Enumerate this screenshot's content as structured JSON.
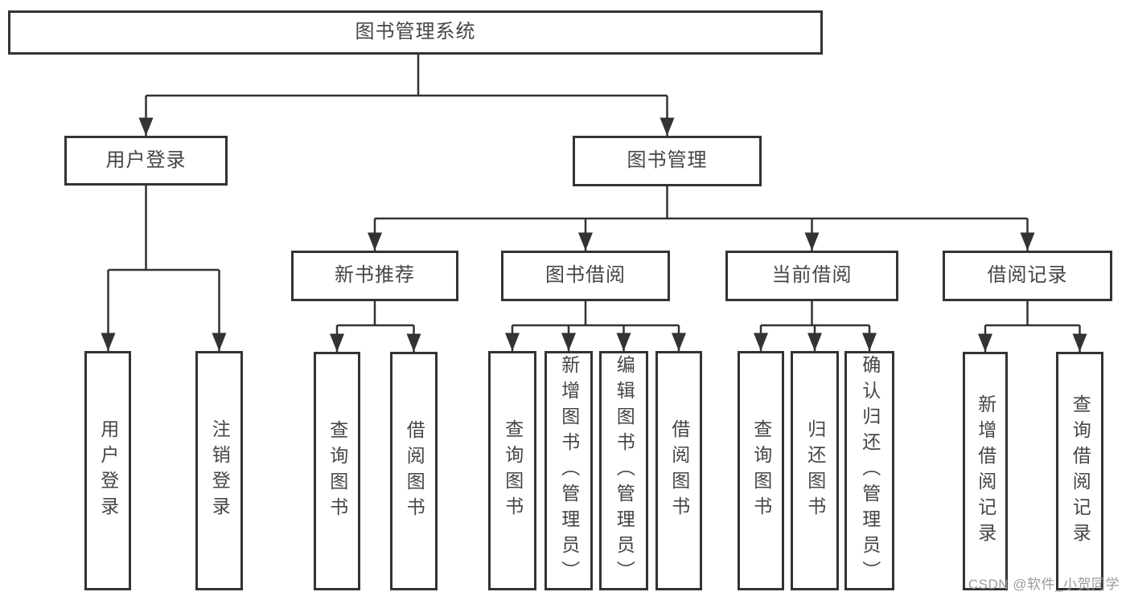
{
  "colors": {
    "line": "#333333",
    "box_border": "#333333",
    "box_fill": "#ffffff",
    "text": "#454545",
    "watermark": "#9b9b9b",
    "background": "#ffffff"
  },
  "tree": {
    "label": "图书管理系统",
    "children": [
      {
        "label": "用户登录",
        "children": [
          {
            "label": "用户登录"
          },
          {
            "label": "注销登录"
          }
        ]
      },
      {
        "label": "图书管理",
        "children": [
          {
            "label": "新书推荐",
            "children": [
              {
                "label": "查询图书"
              },
              {
                "label": "借阅图书"
              }
            ]
          },
          {
            "label": "图书借阅",
            "children": [
              {
                "label": "查询图书"
              },
              {
                "label": "新增图书（管理员）"
              },
              {
                "label": "编辑图书（管理员）"
              },
              {
                "label": "借阅图书"
              }
            ]
          },
          {
            "label": "当前借阅",
            "children": [
              {
                "label": "查询图书"
              },
              {
                "label": "归还图书"
              },
              {
                "label": "确认归还（管理员）"
              }
            ]
          },
          {
            "label": "借阅记录",
            "children": [
              {
                "label": "新增借阅记录"
              },
              {
                "label": "查询借阅记录"
              }
            ]
          }
        ]
      }
    ]
  },
  "watermark": {
    "text": "CSDN @软件_小贺同学"
  }
}
